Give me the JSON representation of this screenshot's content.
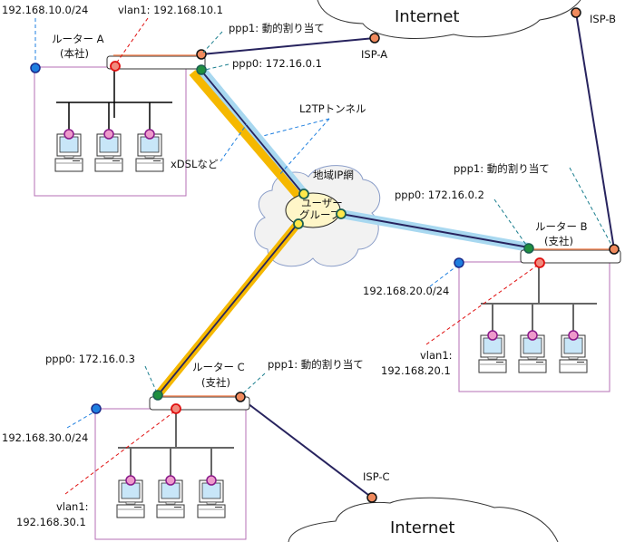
{
  "clouds": {
    "internet_top": "Internet",
    "internet_bottom": "Internet",
    "regional_ip": "地域IP網",
    "user_group": [
      "ユーザー",
      "グループ"
    ]
  },
  "isp": {
    "a": "ISP-A",
    "b": "ISP-B",
    "c": "ISP-C"
  },
  "router_a": {
    "name": "ルーター A",
    "site": "(本社)",
    "network": "192.168.10.0/24",
    "vlan1": "vlan1: 192.168.10.1",
    "ppp1": "ppp1: 動的割り当て",
    "ppp0": "ppp0: 172.16.0.1"
  },
  "router_b": {
    "name": "ルーター B",
    "site": "(支社)",
    "network": "192.168.20.0/24",
    "vlan1_label": "vlan1:",
    "vlan1_addr": "192.168.20.1",
    "ppp1": "ppp1: 動的割り当て",
    "ppp0": "ppp0: 172.16.0.2"
  },
  "router_c": {
    "name": "ルーター C",
    "site": "(支社)",
    "network": "192.168.30.0/24",
    "vlan1_label": "vlan1:",
    "vlan1_addr": "192.168.30.1",
    "ppp1": "ppp1: 動的割り当て",
    "ppp0": "ppp0: 172.16.0.3"
  },
  "annotations": {
    "l2tp": "L2TPトンネル",
    "xdsl": "xDSLなど"
  },
  "colors": {
    "tunnel": "#a8d8f0",
    "xdsl": "#f5b800",
    "link": "#27235e",
    "isp_port": "#f08a5d",
    "ppp0_port": "#1f8f3f",
    "vlan_port": "#f26b6b",
    "net_port": "#1e7fe0",
    "pc_port": "#ee9acb",
    "lan_box": "#b46fb4",
    "user_group_port": "#ffe84a"
  }
}
